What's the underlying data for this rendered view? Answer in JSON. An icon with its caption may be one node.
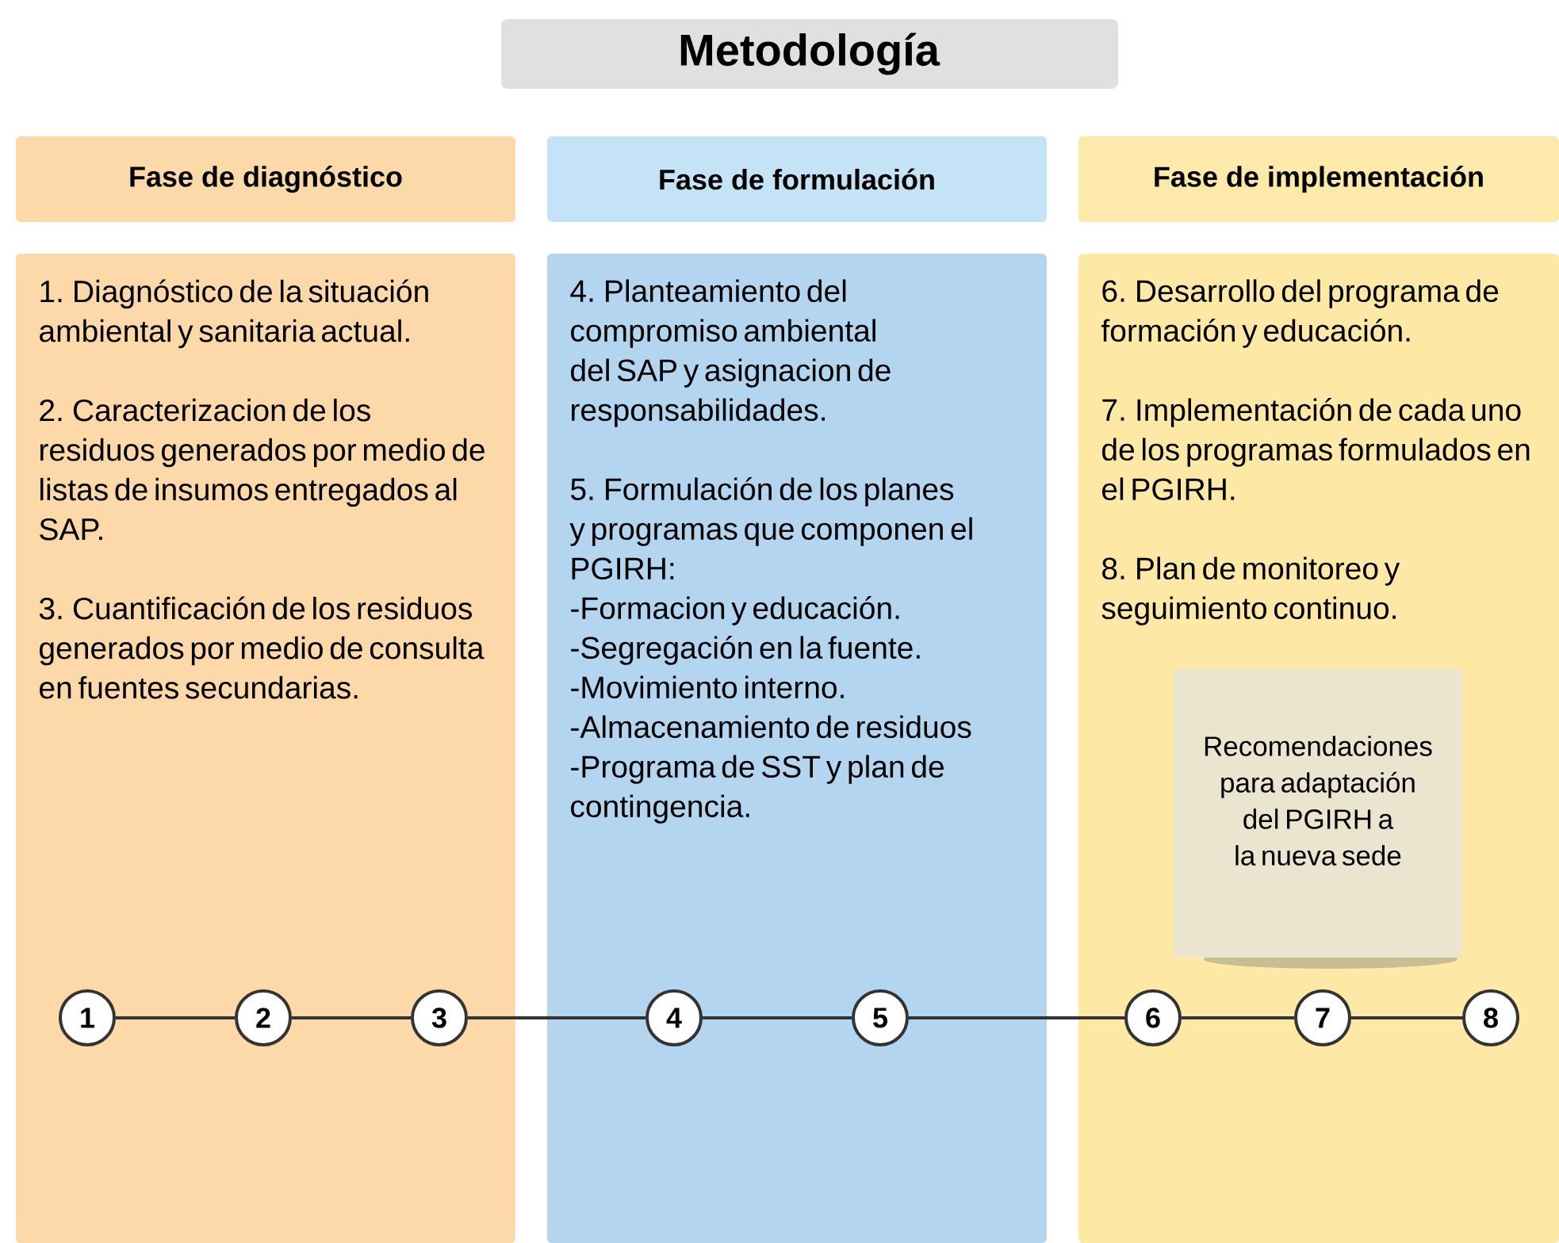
{
  "diagram": {
    "title": "Metodología",
    "nodes": [
      {
        "text": [
          "Fase de diagnóstico"
        ]
      },
      {
        "text": [
          "Fase de formulación"
        ]
      },
      {
        "text": [
          "Fase de implementación"
        ]
      },
      {
        "text": [
          "1. Diagnóstico de la situación ambiental y sanitaria actual.",
          "2. Caracterizacion de los residuos generados por medio de listas de insumos entregados al SAP.",
          "3. Cuantificación de los residuos generados por medio de consulta en fuentes secundarias."
        ]
      },
      {
        "text": [
          "4.  Planteamiento del compromiso ambiental del SAP y asignacion de responsabilidades.",
          "5. Formulación de los planes y programas que componen el PGIRH:",
          "-Formacion y educación.",
          "-Segregación en la fuente.",
          "-Movimiento interno.",
          "-Almacenamiento de residuos",
          "-Programa de SST y plan de contingencia."
        ]
      },
      {
        "text": [
          "6. Desarrollo del programa de formación y educación.",
          "7.  Implementación de cada uno de los programas formulados en el PGIRH.",
          "8. Plan de monitoreo y seguimiento continuo."
        ]
      },
      {
        "text": [
          "Recomendaciones para adaptación del PGIRH a la nueva sede"
        ],
        "in": 5
      },
      {
        "text": [
          "1"
        ],
        "in": 3
      },
      {
        "text": [
          "2"
        ],
        "in": 3
      },
      {
        "text": [
          "3"
        ],
        "in": 3
      },
      {
        "text": [
          "4"
        ],
        "in": 4
      },
      {
        "text": [
          "5"
        ],
        "in": 4
      },
      {
        "text": [
          "6"
        ],
        "in": 5
      },
      {
        "text": [
          "7"
        ],
        "in": 5
      },
      {
        "text": [
          "8"
        ],
        "in": 5
      }
    ],
    "edges": [
      {
        "from": 7,
        "to": 8,
        "arrow": "none"
      },
      {
        "from": 8,
        "to": 9,
        "arrow": "none"
      },
      {
        "from": 9,
        "to": 10,
        "arrow": "none"
      },
      {
        "from": 10,
        "to": 11,
        "arrow": "none"
      },
      {
        "from": 11,
        "to": 12,
        "arrow": "none"
      },
      {
        "from": 12,
        "to": 13,
        "arrow": "none"
      },
      {
        "from": 13,
        "to": 14,
        "arrow": "none"
      }
    ]
  }
}
